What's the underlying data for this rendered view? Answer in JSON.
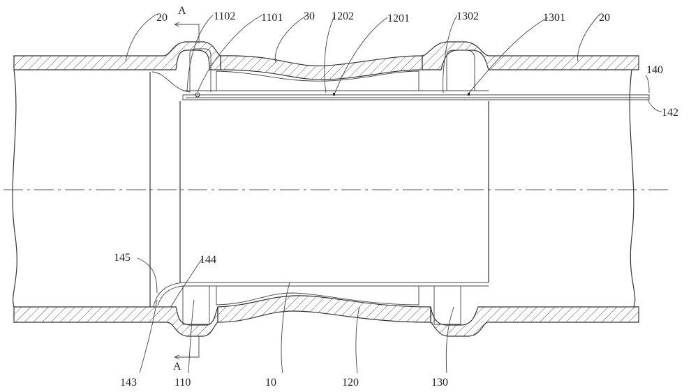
{
  "figure": {
    "labels": {
      "pipe_left": "20",
      "section_top": "A",
      "l1102": "1102",
      "l1101": "1101",
      "l30": "30",
      "l1202": "1202",
      "l1201": "1201",
      "l1302": "1302",
      "l1301": "1301",
      "pipe_right": "20",
      "l140": "140",
      "l142": "142",
      "l145": "145",
      "l144": "144",
      "l143": "143",
      "l110": "110",
      "l10": "10",
      "l120": "120",
      "l130": "130",
      "section_bottom": "A"
    }
  }
}
